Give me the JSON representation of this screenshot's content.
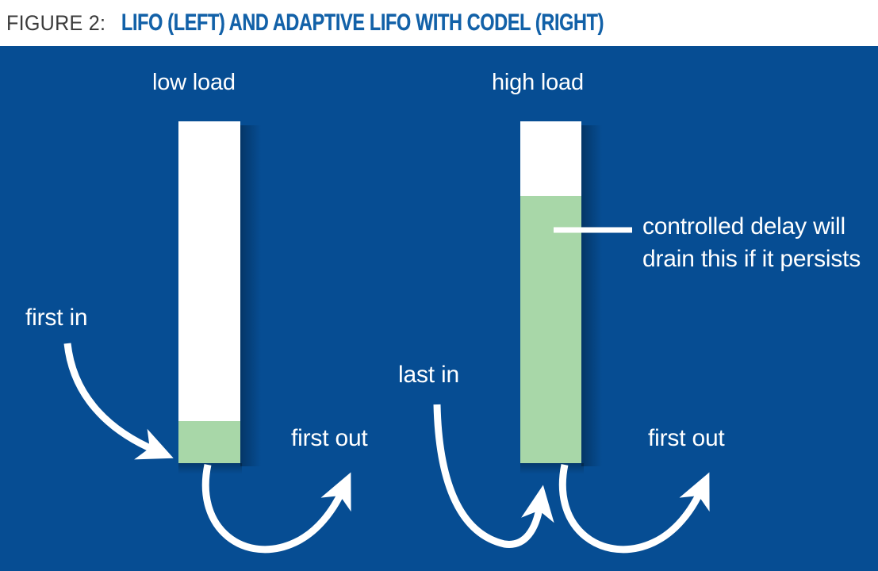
{
  "figure": {
    "caption_prefix": "FIGURE 2:",
    "caption_title": "LIFO (LEFT) AND ADAPTIVE LIFO WITH CODEL (RIGHT)"
  },
  "colors": {
    "panel_background": "#064d93",
    "bar_fill_empty": "#ffffff",
    "bar_fill_queue": "#a8d7a8",
    "caption_title_color": "#1261a8",
    "caption_prefix_color": "#3b3b3b",
    "arrow_color": "#ffffff",
    "label_color": "#ffffff"
  },
  "diagram": {
    "left_panel": {
      "title": "low load",
      "queue_fill_percent": 12,
      "labels": {
        "inbound": "first in",
        "outbound": "first out"
      }
    },
    "right_panel": {
      "title": "high load",
      "queue_fill_percent": 78,
      "labels": {
        "inbound": "last in",
        "outbound": "first out",
        "annotation": "controlled delay will drain this if it persists"
      }
    }
  },
  "icons": {
    "inbound_arrow": "curved-arrow-down-right-icon",
    "outbound_arrow": "curved-arrow-up-right-icon",
    "leader_line": "leader-line-icon"
  }
}
